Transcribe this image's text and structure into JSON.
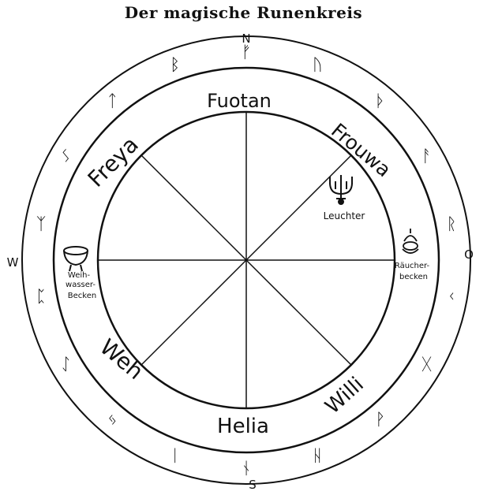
{
  "title": "Der magische Runenkreis",
  "compass": {
    "north": "N",
    "south": "S",
    "east": "O",
    "west": "W"
  },
  "segments": [
    {
      "name": "Fuotan"
    },
    {
      "name": "Frouwa"
    },
    {
      "name": "Willi"
    },
    {
      "name": "Helia"
    },
    {
      "name": "Weh"
    },
    {
      "name": "Freya"
    }
  ],
  "objects": {
    "candlestick": "Leuchter",
    "censer_line1": "Räucher-",
    "censer_line2": "becken",
    "basin_line1": "Weih-",
    "basin_line2": "wasser-",
    "basin_line3": "Becken"
  },
  "runes": [
    "ᚠ",
    "ᚢ",
    "ᚦ",
    "ᚨ",
    "ᚱ",
    "ᚲ",
    "ᚷ",
    "ᚹ",
    "ᚺ",
    "ᚾ",
    "ᛁ",
    "ᛃ",
    "ᛇ",
    "ᛈ",
    "ᛉ",
    "ᛊ",
    "ᛏ",
    "ᛒ"
  ],
  "colors": {
    "ink": "#111111",
    "paper": "#ffffff"
  }
}
